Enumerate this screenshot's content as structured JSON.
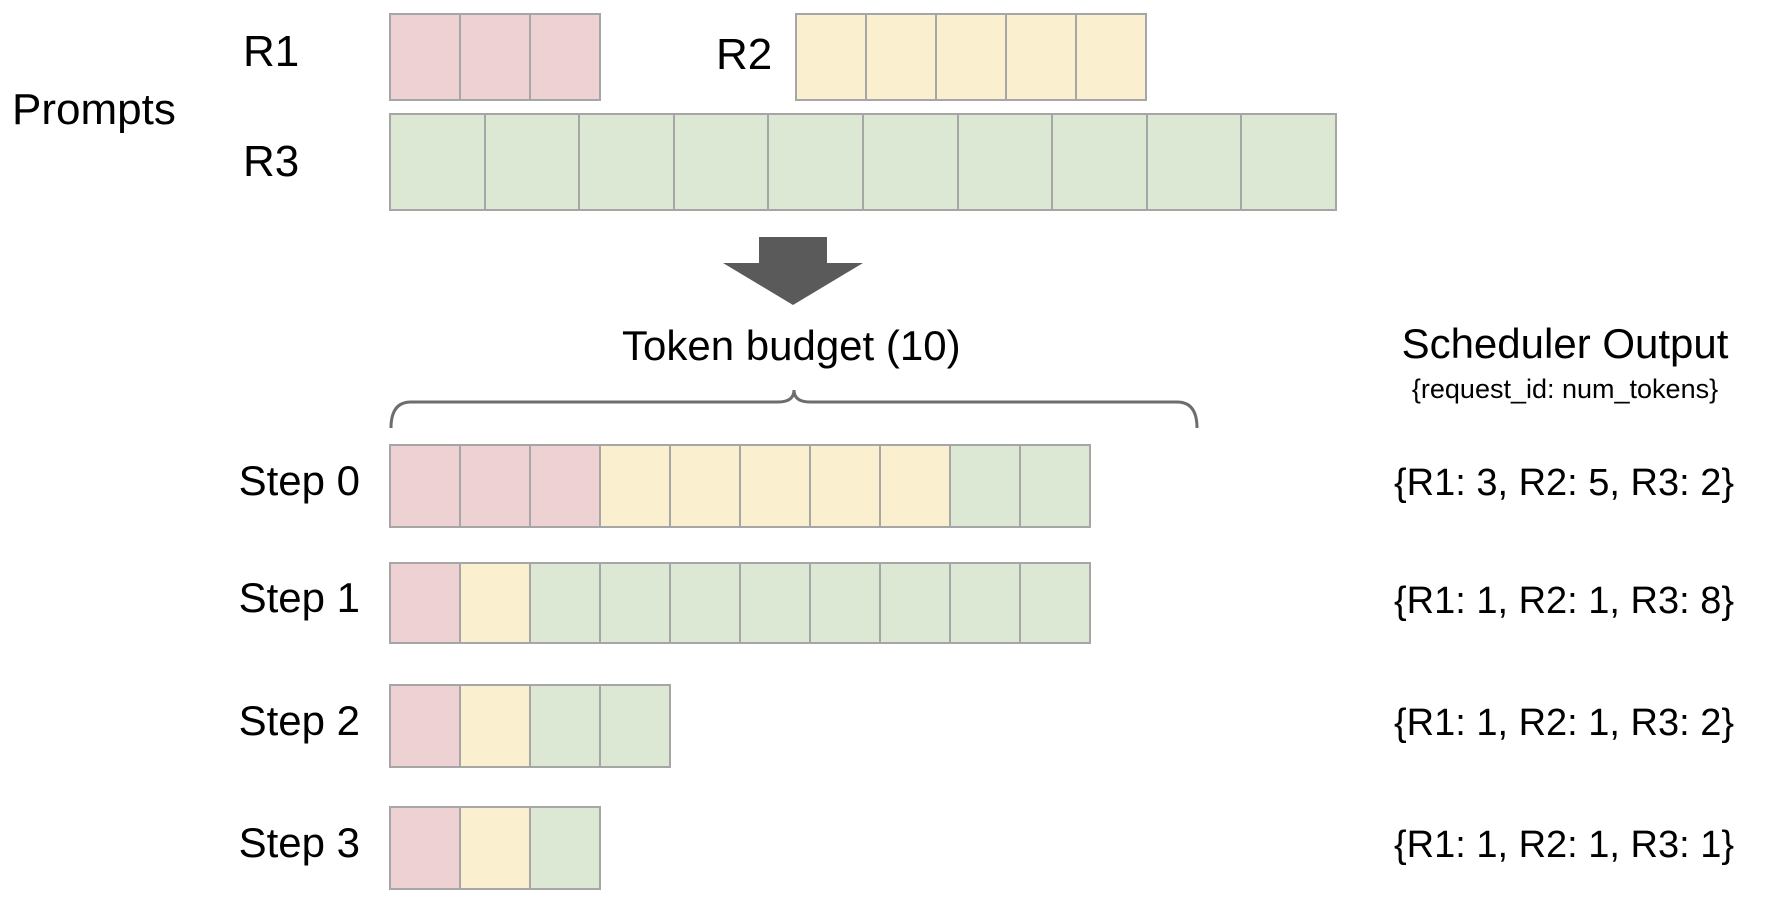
{
  "diagram": {
    "title_prompts": "Prompts",
    "arrow_icon": "down-arrow-icon",
    "token_budget_label": "Token  budget (10)",
    "scheduler_title": "Scheduler Output",
    "scheduler_subtitle": "{request_id: num_tokens}"
  },
  "colors": {
    "r1": "#eed2d3",
    "r2": "#faf0d0",
    "r3": "#dde8d4",
    "cell_border": "#a6a6a6",
    "arrow": "#5a5a5a",
    "brace": "#6d6d6d",
    "text": "#000000"
  },
  "prompts": [
    {
      "id": "R1",
      "label": "R1",
      "tokens": 3,
      "color_key": "r1"
    },
    {
      "id": "R2",
      "label": "R2",
      "tokens": 5,
      "color_key": "r2"
    },
    {
      "id": "R3",
      "label": "R3",
      "tokens": 10,
      "color_key": "r3"
    }
  ],
  "steps": [
    {
      "label": "Step 0",
      "segments": [
        {
          "request": "R1",
          "count": 3,
          "color_key": "r1"
        },
        {
          "request": "R2",
          "count": 5,
          "color_key": "r2"
        },
        {
          "request": "R3",
          "count": 2,
          "color_key": "r3"
        }
      ],
      "output": "{R1: 3, R2: 5, R3: 2}",
      "total": 10
    },
    {
      "label": "Step 1",
      "segments": [
        {
          "request": "R1",
          "count": 1,
          "color_key": "r1"
        },
        {
          "request": "R2",
          "count": 1,
          "color_key": "r2"
        },
        {
          "request": "R3",
          "count": 8,
          "color_key": "r3"
        }
      ],
      "output": "{R1: 1, R2: 1, R3: 8}",
      "total": 10
    },
    {
      "label": "Step 2",
      "segments": [
        {
          "request": "R1",
          "count": 1,
          "color_key": "r1"
        },
        {
          "request": "R2",
          "count": 1,
          "color_key": "r2"
        },
        {
          "request": "R3",
          "count": 2,
          "color_key": "r3"
        }
      ],
      "output": "{R1: 1, R2: 1, R3: 2}",
      "total": 4
    },
    {
      "label": "Step 3",
      "segments": [
        {
          "request": "R1",
          "count": 1,
          "color_key": "r1"
        },
        {
          "request": "R2",
          "count": 1,
          "color_key": "r2"
        },
        {
          "request": "R3",
          "count": 1,
          "color_key": "r3"
        }
      ],
      "output": "{R1: 1, R2: 1, R3: 1}",
      "total": 3
    }
  ]
}
